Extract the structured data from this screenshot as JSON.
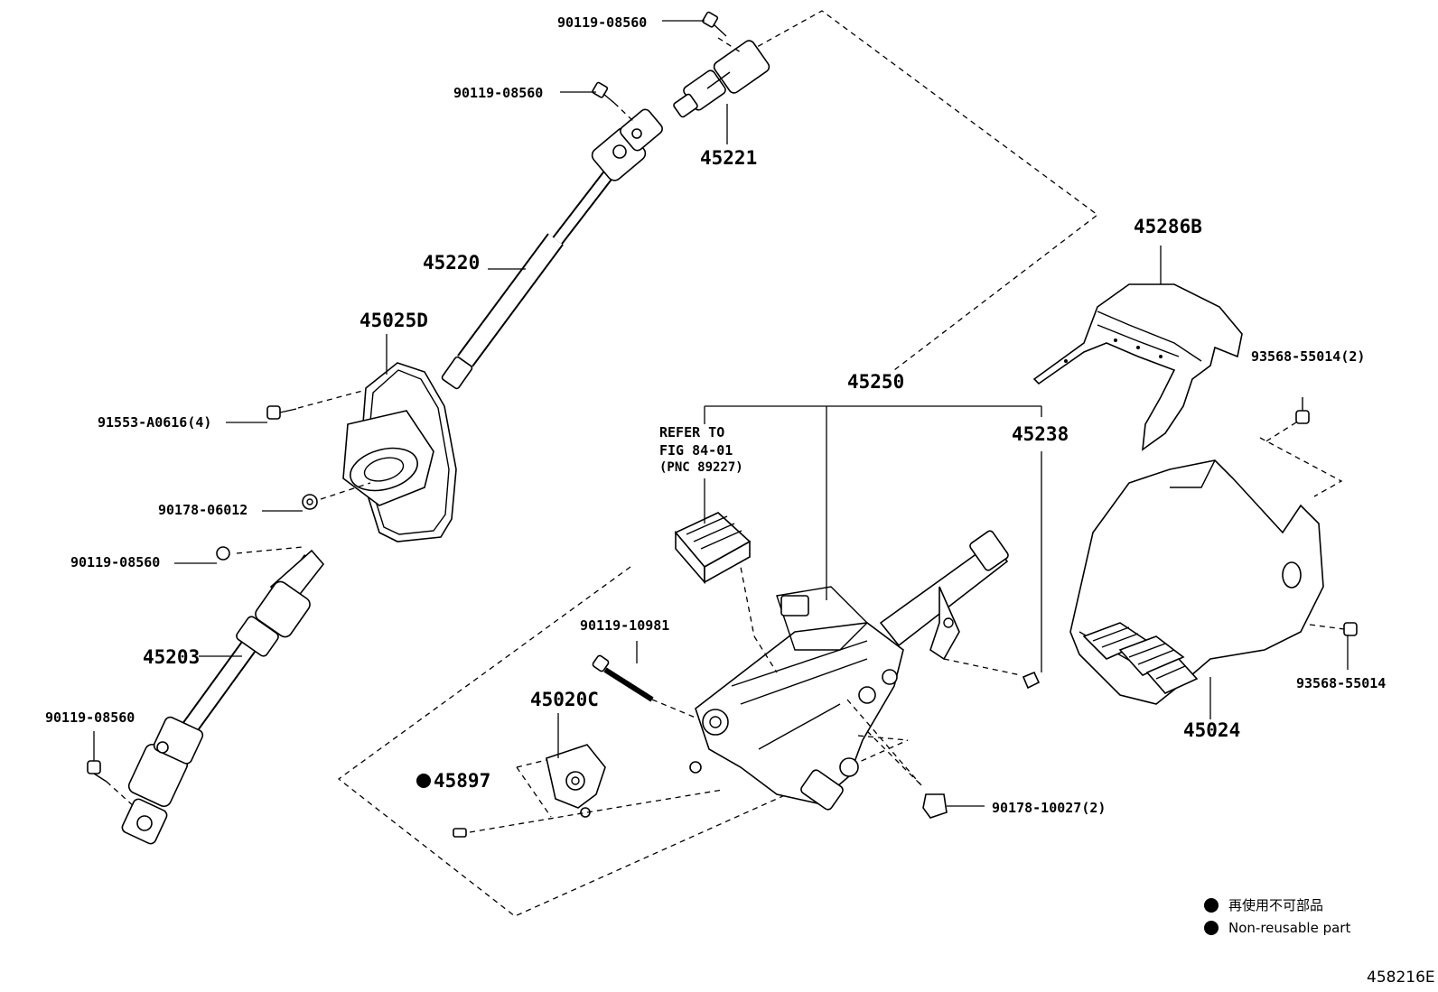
{
  "labels": {
    "p45221": "45221",
    "p45220": "45220",
    "p45025D": "45025D",
    "p45203": "45203",
    "p45250": "45250",
    "p45238": "45238",
    "p45286B": "45286B",
    "p45024": "45024",
    "p45020C": "45020C",
    "p45897": "45897",
    "b90119_08560_a": "90119-08560",
    "b90119_08560_b": "90119-08560",
    "b90119_08560_c": "90119-08560",
    "b90119_08560_d": "90119-08560",
    "b91553": "91553-A0616(4)",
    "b90178_06012": "90178-06012",
    "b90119_10981": "90119-10981",
    "b93568_2": "93568-55014(2)",
    "b93568": "93568-55014",
    "b90178_10027": "90178-10027(2)",
    "refer_line1": "REFER TO",
    "refer_line2": "FIG 84-01",
    "refer_line3": "(PNC 89227)"
  },
  "legend": {
    "japanese": "再使用不可部品",
    "english": "Non-reusable part"
  },
  "figure_code": "458216E"
}
